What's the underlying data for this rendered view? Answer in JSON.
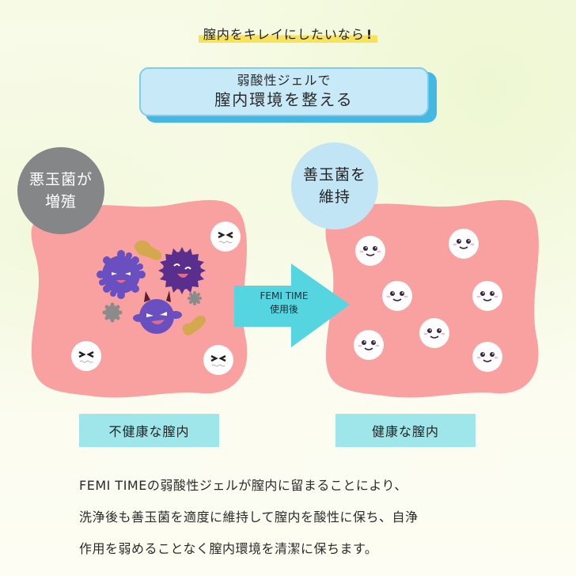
{
  "header": {
    "tagline": "膣内をキレイにしたいなら",
    "tagline_mark": "!",
    "title_line1": "弱酸性ジェルで",
    "title_line2": "膣内環境を整える"
  },
  "before": {
    "badge_line1": "悪玉菌が",
    "badge_line2": "増殖",
    "label": "不健康な膣内",
    "face_icon": "distressed-face-icon",
    "bacteria_icons": [
      "spiky-germ-icon",
      "dark-spiky-germ-icon",
      "horned-germ-icon",
      "small-gray-germ-icon",
      "rod-bacteria-icon"
    ]
  },
  "arrow": {
    "line1": "FEMI TIME",
    "line2": "使用後"
  },
  "after": {
    "badge_line1": "善玉菌を",
    "badge_line2": "維持",
    "label": "健康な膣内",
    "face_icon": "smiling-face-icon"
  },
  "description": {
    "lines": [
      "FEMI TIMEの弱酸性ジェルが膣内に留まることにより、",
      "洗浄後も善玉菌を適度に維持して膣内を酸性に保ち、自浄",
      "作用を弱めることなく膣内環境を清潔に保ちます。"
    ]
  },
  "colors": {
    "highlight_yellow": "#f7e25a",
    "title_box_fill": "#c8eaf8",
    "title_box_shadow": "#45b7e3",
    "blob_pink": "#f9a0a0",
    "bad_badge_gray": "#858687",
    "good_badge_blue": "#c2e5f6",
    "arrow_cyan": "#55d5e0",
    "label_cyan": "#9fe6ea",
    "germ_purple": "#6a4fc0",
    "germ_dark_purple": "#5a2e8c"
  }
}
